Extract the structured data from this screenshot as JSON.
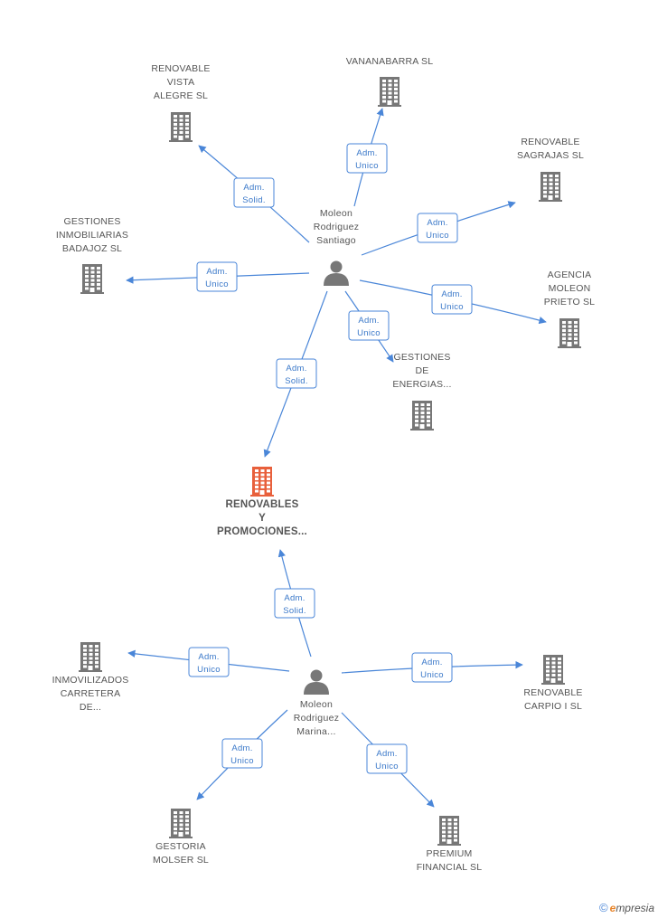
{
  "colors": {
    "edge": "#4a86d8",
    "building": "#777777",
    "building_main": "#e8603c",
    "person": "#777777",
    "badge_text": "#3a78c9"
  },
  "nodes": [
    {
      "id": "renovable-vista-alegre",
      "type": "company",
      "lines": [
        "RENOVABLE",
        "VISTA",
        "ALEGRE SL"
      ]
    },
    {
      "id": "vananabarra",
      "type": "company",
      "lines": [
        "VANANABARRA SL"
      ]
    },
    {
      "id": "renovable-sagrajas",
      "type": "company",
      "lines": [
        "RENOVABLE",
        "SAGRAJAS SL"
      ]
    },
    {
      "id": "gestiones-inmobiliarias",
      "type": "company",
      "lines": [
        "GESTIONES",
        "INMOBILIARIAS",
        "BADAJOZ SL"
      ]
    },
    {
      "id": "agencia-moleon",
      "type": "company",
      "lines": [
        "AGENCIA",
        "MOLEON",
        "PRIETO SL"
      ]
    },
    {
      "id": "gestiones-energias",
      "type": "company",
      "lines": [
        "GESTIONES",
        "DE",
        "ENERGIAS..."
      ]
    },
    {
      "id": "renovables-promociones",
      "type": "company-main",
      "lines": [
        "RENOVABLES",
        "Y",
        "PROMOCIONES..."
      ]
    },
    {
      "id": "inmovilizados",
      "type": "company",
      "lines": [
        "INMOVILIZADOS",
        "CARRETERA",
        "DE..."
      ]
    },
    {
      "id": "renovable-carpio",
      "type": "company",
      "lines": [
        "RENOVABLE",
        "CARPIO I SL"
      ]
    },
    {
      "id": "gestoria-molser",
      "type": "company",
      "lines": [
        "GESTORIA",
        "MOLSER SL"
      ]
    },
    {
      "id": "premium-financial",
      "type": "company",
      "lines": [
        "PREMIUM",
        "FINANCIAL SL"
      ]
    },
    {
      "id": "moleon-santiago",
      "type": "person",
      "lines": [
        "Moleon",
        "Rodriguez",
        "Santiago"
      ]
    },
    {
      "id": "moleon-marina",
      "type": "person",
      "lines": [
        "Moleon",
        "Rodriguez",
        "Marina..."
      ]
    }
  ],
  "edges": [
    {
      "from": "moleon-santiago",
      "to": "renovable-vista-alegre",
      "label": [
        "Adm.",
        "Solid."
      ]
    },
    {
      "from": "moleon-santiago",
      "to": "vananabarra",
      "label": [
        "Adm.",
        "Unico"
      ]
    },
    {
      "from": "moleon-santiago",
      "to": "renovable-sagrajas",
      "label": [
        "Adm.",
        "Unico"
      ]
    },
    {
      "from": "moleon-santiago",
      "to": "gestiones-inmobiliarias",
      "label": [
        "Adm.",
        "Unico"
      ]
    },
    {
      "from": "moleon-santiago",
      "to": "agencia-moleon",
      "label": [
        "Adm.",
        "Unico"
      ]
    },
    {
      "from": "moleon-santiago",
      "to": "gestiones-energias",
      "label": [
        "Adm.",
        "Unico"
      ]
    },
    {
      "from": "moleon-santiago",
      "to": "renovables-promociones",
      "label": [
        "Adm.",
        "Solid."
      ]
    },
    {
      "from": "moleon-marina",
      "to": "renovables-promociones",
      "label": [
        "Adm.",
        "Solid."
      ]
    },
    {
      "from": "moleon-marina",
      "to": "inmovilizados",
      "label": [
        "Adm.",
        "Unico"
      ]
    },
    {
      "from": "moleon-marina",
      "to": "renovable-carpio",
      "label": [
        "Adm.",
        "Unico"
      ]
    },
    {
      "from": "moleon-marina",
      "to": "gestoria-molser",
      "label": [
        "Adm.",
        "Unico"
      ]
    },
    {
      "from": "moleon-marina",
      "to": "premium-financial",
      "label": [
        "Adm.",
        "Unico"
      ]
    }
  ],
  "footer": {
    "copyright": "©",
    "brand_e": "e",
    "brand_rest": "mpresia"
  }
}
